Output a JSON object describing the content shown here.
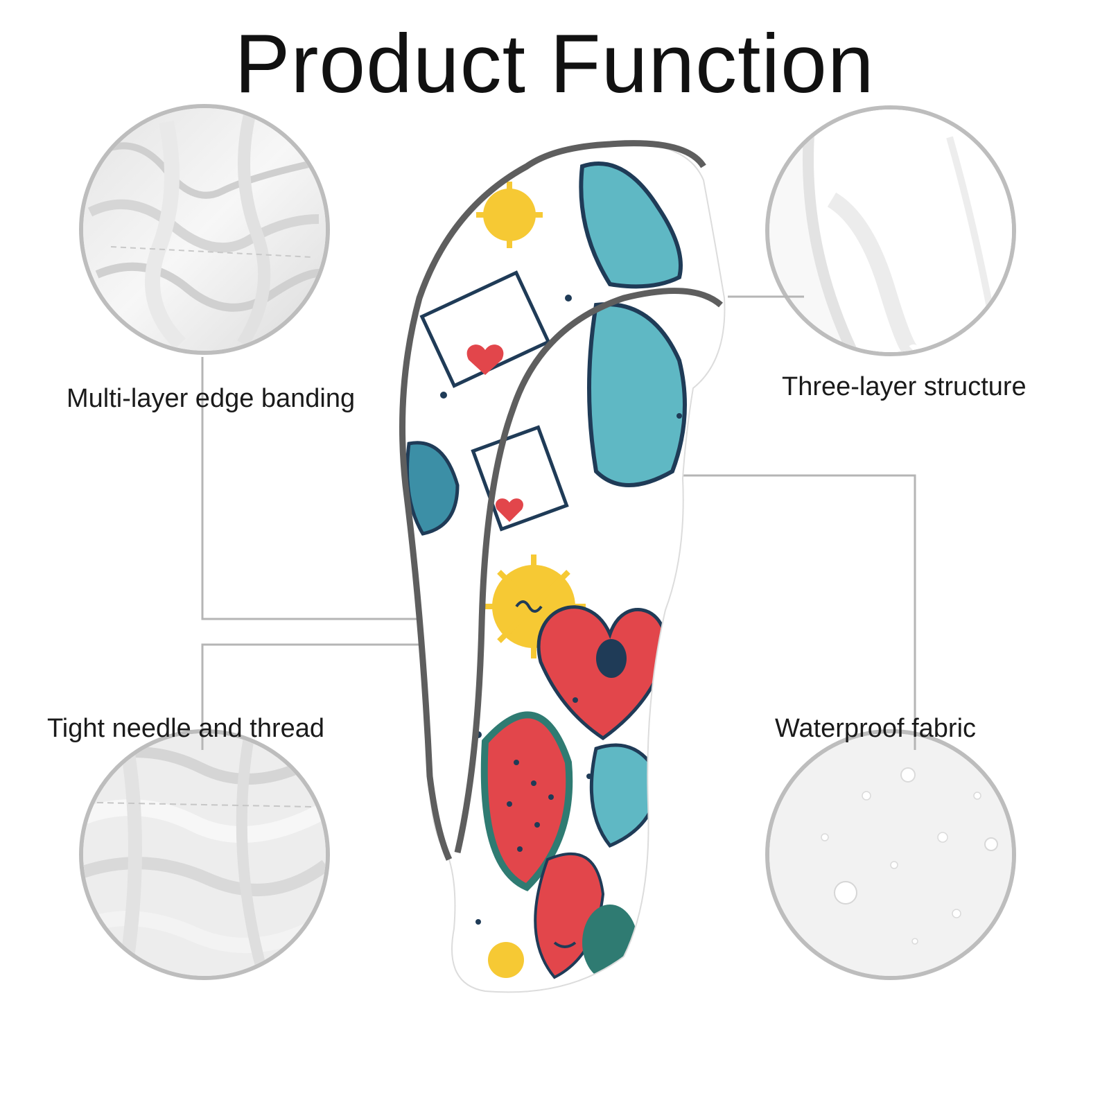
{
  "title": "Product Function",
  "features": {
    "top_left": "Multi-layer edge banding",
    "top_right": "Three-layer structure",
    "bottom_left": "Tight needle and thread",
    "bottom_right": "Waterproof fabric"
  },
  "colors": {
    "background": "#ffffff",
    "callout_line": "#b5b5b5",
    "circle_border": "#bdbdbd",
    "binding": "#5e5e5e",
    "teal": "#5fb8c4",
    "red": "#e2464b",
    "yellow": "#f6c934",
    "navy": "#1f3b57"
  }
}
